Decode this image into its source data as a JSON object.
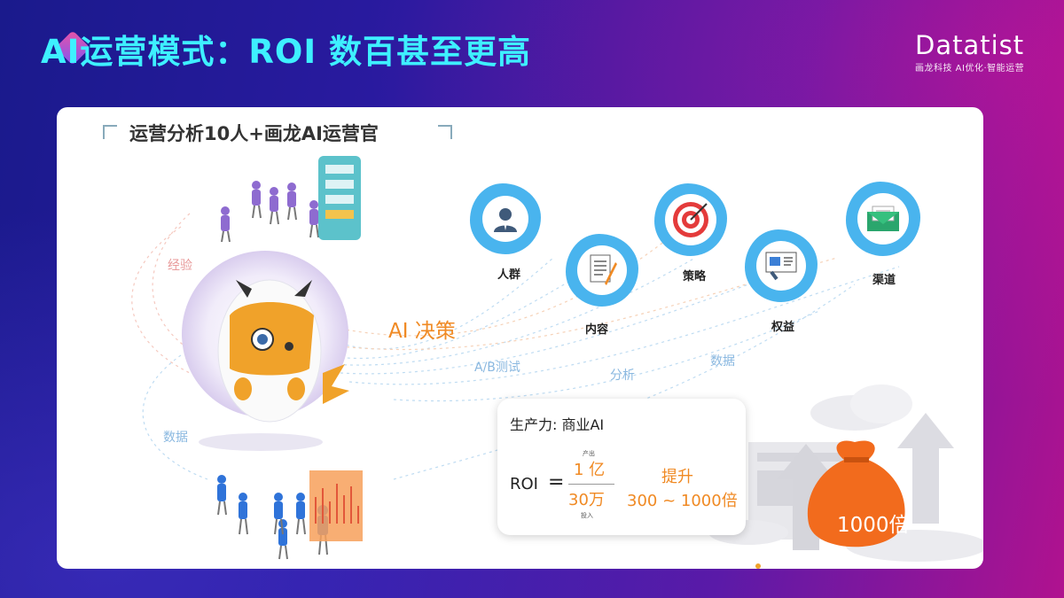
{
  "slide": {
    "title": "AI运营模式：ROI 数百甚至更高",
    "logo": {
      "brand": "Datatist",
      "tagline": "画龙科技 AI优化·智能运营"
    }
  },
  "card": {
    "subtitle": "运营分析10人+画龙AI运营官",
    "ai_decision": "AI 决策",
    "flow_labels": {
      "experience": "经验",
      "data_left": "数据",
      "ab_test": "A/B测试",
      "analysis": "分析",
      "data_right": "数据"
    },
    "icons": [
      {
        "name": "people-icon",
        "label": "人群"
      },
      {
        "name": "content-icon",
        "label": "内容"
      },
      {
        "name": "target-icon",
        "label": "策略"
      },
      {
        "name": "rights-icon",
        "label": "权益"
      },
      {
        "name": "envelope-icon",
        "label": "渠道"
      }
    ],
    "productivity": {
      "header": "生产力:  商业AI",
      "roi_label": "ROI",
      "equals": "=",
      "numerator": "1 亿",
      "numerator_note": "产出",
      "denominator": "30万",
      "denominator_note": "投入",
      "improve_label": "提升",
      "improve_value": "300 ~ 1000倍"
    },
    "money_bag_label": "1000倍"
  },
  "colors": {
    "title": "#3ef0ff",
    "accent": "#f08a24",
    "icon_blue": "#49b4ee"
  }
}
